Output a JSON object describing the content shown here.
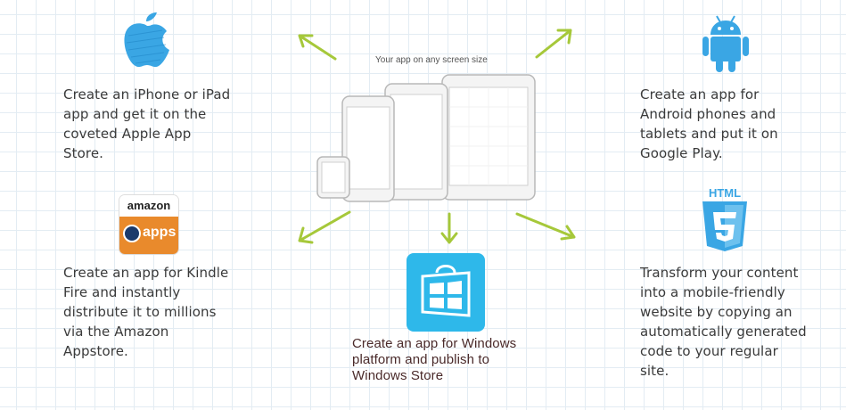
{
  "center": {
    "caption": "Your app on any screen size"
  },
  "apple": {
    "lines": [
      "Create an iPhone or iPad",
      "app and get it on the",
      "coveted Apple App",
      "Store."
    ]
  },
  "android": {
    "lines": [
      "Create an app for",
      "Android phones and",
      "tablets and put it on",
      "Google Play."
    ]
  },
  "amazon": {
    "logo_top": "amazon",
    "logo_bottom": "apps",
    "lines": [
      "Create an app for Kindle",
      "Fire and instantly",
      "distribute it to millions",
      "via the Amazon",
      "Appstore."
    ]
  },
  "windows": {
    "lines": [
      "Create an app for Windows",
      "platform and publish to",
      "Windows Store"
    ]
  },
  "html5": {
    "logo_text": "HTML",
    "badge": "5",
    "lines": [
      "Transform your content",
      "into a mobile-friendly",
      "website by copying an",
      "automatically generated",
      "code to your regular",
      "site."
    ]
  },
  "colors": {
    "apple_blue": "#3aa6e4",
    "android_blue": "#3aa6e4",
    "html5_blue": "#3aa6e4",
    "windows_tile": "#2eb8ea",
    "amazon_orange": "#e98a2c",
    "arrow_green": "#a6c83a",
    "grid": "#e3ecf3"
  }
}
